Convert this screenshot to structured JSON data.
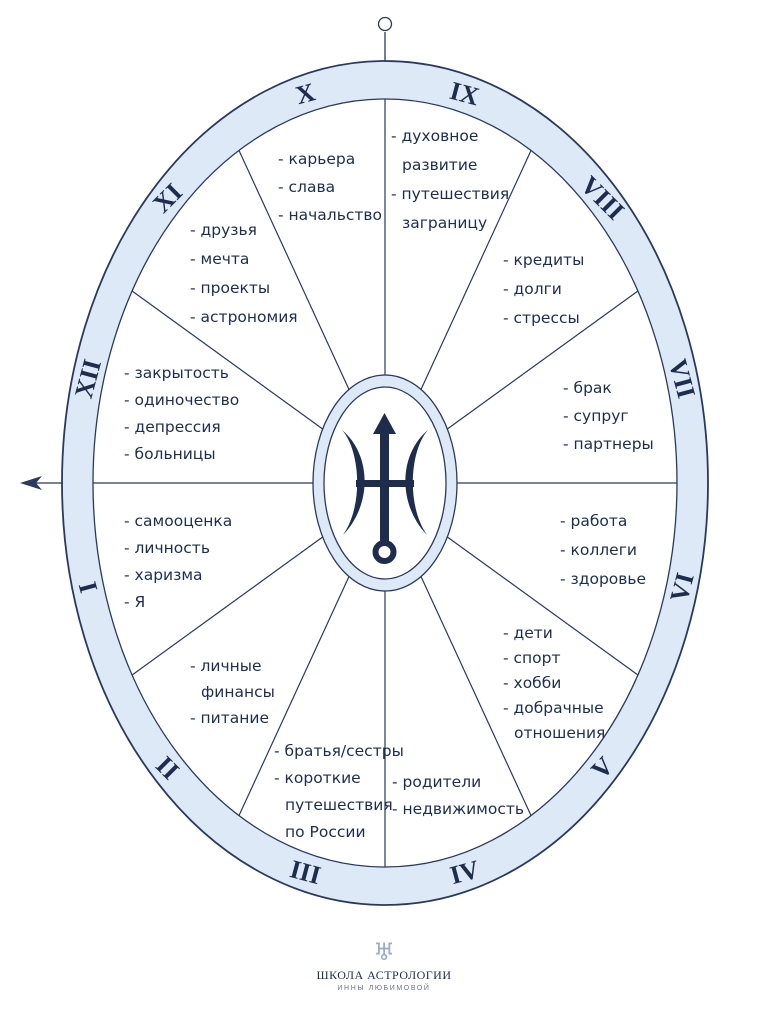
{
  "wheel": {
    "outline_color": "#2a3a5c",
    "ring_color": "#dde9f7",
    "glyph_color": "#1f2d4d",
    "center_symbol": "uranus-glyph-icon",
    "zero_marker": "circle-marker-icon",
    "asc_marker": "arrow-left-icon",
    "houses": [
      {
        "numeral": "I",
        "lines": [
          "- самооценка",
          "- личность",
          "- харизма",
          "- Я"
        ]
      },
      {
        "numeral": "II",
        "lines": [
          "- личные",
          "финансы",
          "- питание"
        ]
      },
      {
        "numeral": "III",
        "lines": [
          "- братья/сестры",
          "- короткие",
          "путешествия",
          "по России"
        ]
      },
      {
        "numeral": "IV",
        "lines": [
          "- родители",
          "- недвижимость"
        ]
      },
      {
        "numeral": "V",
        "lines": [
          "- дети",
          "- спорт",
          "- хобби",
          "- добрачные",
          "отношения"
        ]
      },
      {
        "numeral": "VI",
        "lines": [
          "- работа",
          "- коллеги",
          "- здоровье"
        ]
      },
      {
        "numeral": "VII",
        "lines": [
          "- брак",
          "- супруг",
          "- партнеры"
        ]
      },
      {
        "numeral": "VIII",
        "lines": [
          "- кредиты",
          "- долги",
          "- стрессы"
        ]
      },
      {
        "numeral": "IX",
        "lines": [
          "- духовное",
          "развитие",
          "- путешествия",
          "заграницу"
        ]
      },
      {
        "numeral": "X",
        "lines": [
          "- карьера",
          "- слава",
          "- начальство"
        ]
      },
      {
        "numeral": "XI",
        "lines": [
          "- друзья",
          "- мечта",
          "- проекты",
          "- астрономия"
        ]
      },
      {
        "numeral": "XII",
        "lines": [
          "- закрытость",
          "- одиночество",
          "- депрессия",
          "- больницы"
        ]
      }
    ]
  },
  "logo": {
    "title": "ШКОЛА АСТРОЛОГИИ",
    "subtitle": "ИННЫ ЛЮБИМОВОЙ",
    "mark": "♅",
    "color": "#1f2d4d"
  }
}
